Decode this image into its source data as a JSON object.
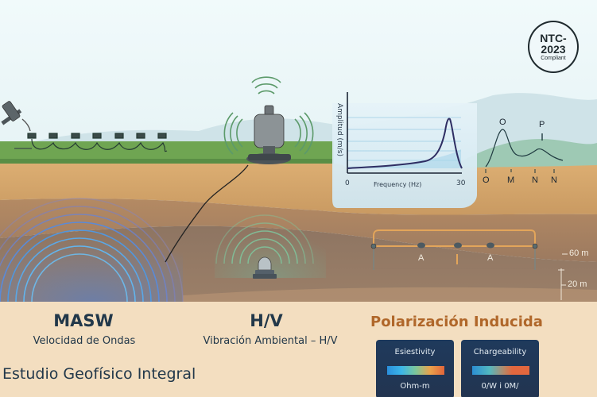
{
  "badge": {
    "line1": "NTC-",
    "line2": "2023",
    "line3": "Compliant"
  },
  "hv_chart": {
    "ylabel": "Amplitud (m/s)",
    "xlabel": "Frequency (Hz)",
    "x_min_label": "0",
    "x_max_label": "30"
  },
  "ip_profile": {
    "peak_labels": [
      "O",
      "P"
    ],
    "tick_labels": [
      "O",
      "M",
      "N",
      "N"
    ]
  },
  "electrode_array": {
    "labels": [
      "A",
      "A"
    ]
  },
  "depth_scale": {
    "labels": [
      "60 m",
      "20 m"
    ]
  },
  "methods": [
    {
      "title": "MASW",
      "subtitle": "Velocidad de Ondas"
    },
    {
      "title": "H/V",
      "subtitle": "Vibración Ambiental – H/V"
    }
  ],
  "main_title": "Estudio Geofísico Integral",
  "ip_section": {
    "title": "Polarización Inducida",
    "cards": [
      {
        "title": "Esiestivity",
        "unit": "Ohm-m"
      },
      {
        "title": "Chargeability",
        "unit": "0/W i 0M/"
      }
    ]
  },
  "colors": {
    "sky": "#eaf6f8",
    "grass": "#6fa552",
    "soil": "#d9a96c",
    "text_dark": "#22384a",
    "ip_accent": "#b0672a",
    "card_bg": "#1f3a5c"
  }
}
